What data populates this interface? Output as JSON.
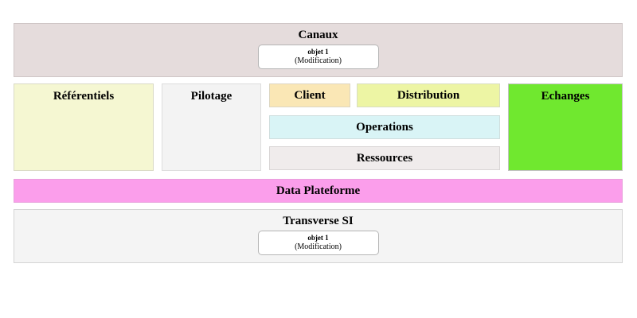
{
  "diagram": {
    "canaux": {
      "title": "Canaux",
      "object": {
        "name": "objet 1",
        "detail": "(Modification)"
      }
    },
    "referentiels": {
      "title": "Référentiels"
    },
    "pilotage": {
      "title": "Pilotage"
    },
    "client": {
      "title": "Client"
    },
    "distribution": {
      "title": "Distribution"
    },
    "operations": {
      "title": "Operations"
    },
    "ressources": {
      "title": "Ressources"
    },
    "echanges": {
      "title": "Echanges"
    },
    "data_plateforme": {
      "title": "Data Plateforme"
    },
    "transverse_si": {
      "title": "Transverse SI",
      "object": {
        "name": "objet 1",
        "detail": "(Modification)"
      }
    }
  },
  "colors": {
    "canaux_bg": "#E5DCDC",
    "referentiels_bg": "#F5F7D2",
    "pilotage_bg": "#F3F3F3",
    "client_bg": "#FAE7B5",
    "distribution_bg": "#EDF5A4",
    "operations_bg": "#D9F4F6",
    "ressources_bg": "#F0ECEC",
    "echanges_bg": "#70E82F",
    "data_plateforme_bg": "#FB9EEB",
    "transverse_si_bg": "#F4F4F4",
    "object_box_bg": "#FFFFFF"
  }
}
